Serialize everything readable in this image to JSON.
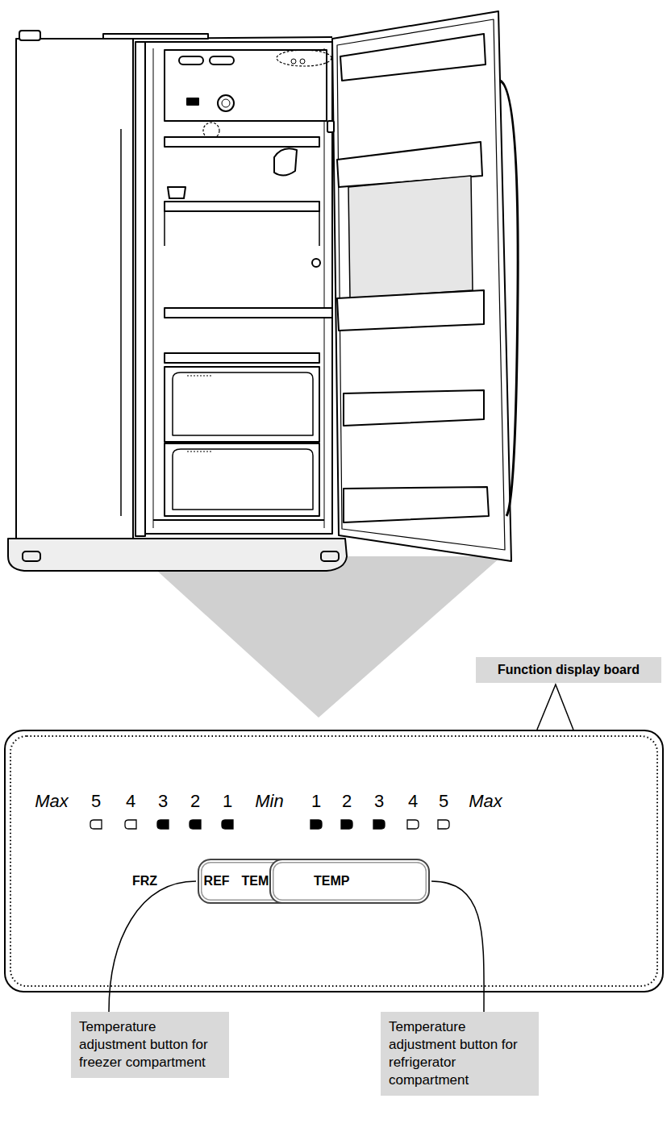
{
  "diagram": {
    "nodes": [
      {
        "text": [
          "Function display board"
        ]
      },
      {
        "text": [
          "Max",
          "5",
          "4",
          "3",
          "2",
          "1",
          "Min",
          "1",
          "2",
          "3",
          "4",
          "5",
          "Max"
        ]
      },
      {
        "text": [
          "FRZ TEMP"
        ],
        "in": 1
      },
      {
        "text": [
          "REF TEMP"
        ],
        "in": 1
      },
      {
        "text": [
          "Temperature adjustment button for freezer compartment"
        ]
      },
      {
        "text": [
          "Temperature adjustment button for refrigerator compartment"
        ]
      }
    ],
    "edges": [
      {
        "from": 0,
        "to": 1,
        "arrow": "none"
      },
      {
        "from": 4,
        "to": 2,
        "arrow": "none"
      },
      {
        "from": 5,
        "to": 3,
        "arrow": "none"
      }
    ]
  }
}
